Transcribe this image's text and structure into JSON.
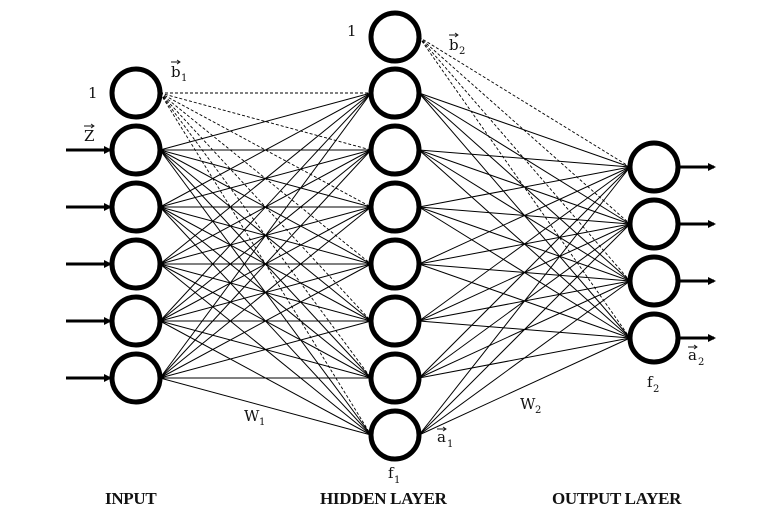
{
  "diagram": {
    "type": "feedforward-neural-network",
    "layers": [
      {
        "id": "input",
        "title": "INPUT",
        "bias_label": "1",
        "bias_vector": "b",
        "bias_sub": "1",
        "input_vector": "Z",
        "node_count": 5,
        "has_bias": true
      },
      {
        "id": "hidden",
        "title": "HIDDEN LAYER",
        "bias_label": "1",
        "bias_vector": "b",
        "bias_sub": "2",
        "activation": "f",
        "activation_sub": "1",
        "output_vector": "a",
        "output_sub": "1",
        "node_count": 7,
        "has_bias": true
      },
      {
        "id": "output",
        "title": "OUTPUT LAYER",
        "activation": "f",
        "activation_sub": "2",
        "output_vector": "a",
        "output_sub": "2",
        "node_count": 4,
        "has_bias": false
      }
    ],
    "weights": [
      {
        "label": "W",
        "sub": "1",
        "from": "input",
        "to": "hidden"
      },
      {
        "label": "W",
        "sub": "2",
        "from": "hidden",
        "to": "output"
      }
    ],
    "connectivity": "fully-connected",
    "bias_edge_style": "dashed",
    "weight_edge_style": "solid"
  }
}
